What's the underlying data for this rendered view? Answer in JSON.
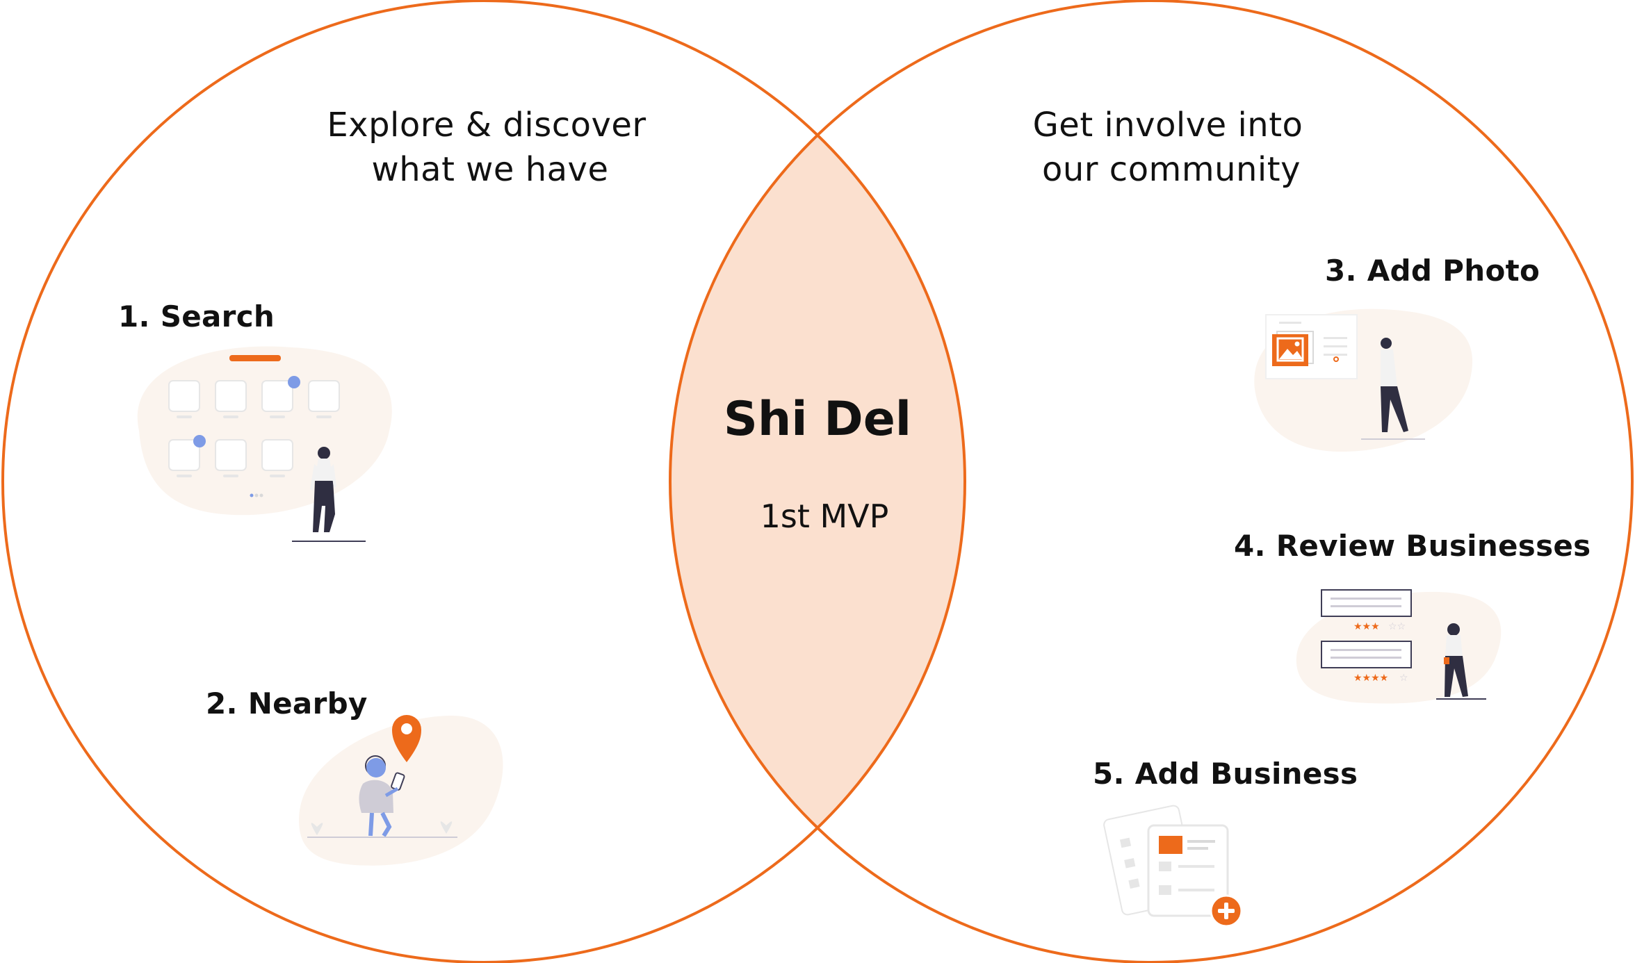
{
  "left_circle": {
    "heading_line1": "Explore & discover",
    "heading_line2": "what we have",
    "items": [
      {
        "label": "1. Search"
      },
      {
        "label": "2. Nearby"
      }
    ]
  },
  "right_circle": {
    "heading_line1": "Get involve into",
    "heading_line2": "our community",
    "items": [
      {
        "label": "3. Add Photo"
      },
      {
        "label": "4. Review Businesses"
      },
      {
        "label": "5. Add Business"
      }
    ]
  },
  "intersection": {
    "title": "Shi Del",
    "subtitle": "1st MVP"
  },
  "colors": {
    "accent": "#ED6A1B",
    "intersection_fill": "#FBE0CF",
    "blob": "#FBF4EE",
    "person_blue": "#7E9BE6",
    "text": "#111111"
  }
}
